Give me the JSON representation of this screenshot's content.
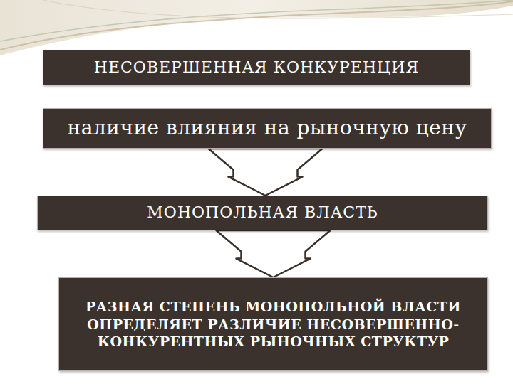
{
  "diagram": {
    "nodes": [
      {
        "text": [
          "НЕСОВЕРШЕННАЯ КОНКУРЕНЦИЯ"
        ]
      },
      {
        "text": [
          "наличие влияния на рыночную цену"
        ]
      },
      {
        "text": [
          "МОНОПОЛЬНАЯ ВЛАСТЬ"
        ]
      },
      {
        "text": [
          "РАЗНАЯ СТЕПЕНЬ МОНОПОЛЬНОЙ ВЛАСТИ ОПРЕДЕЛЯЕТ РАЗЛИЧИЕ НЕСОВЕРШЕННО-КОНКУРЕНТНЫХ РЫНОЧНЫХ СТРУКТУР"
        ]
      }
    ],
    "edges": [
      {
        "from": 1,
        "to": 2,
        "arrow": "to"
      },
      {
        "from": 2,
        "to": 3,
        "arrow": "to"
      }
    ]
  }
}
